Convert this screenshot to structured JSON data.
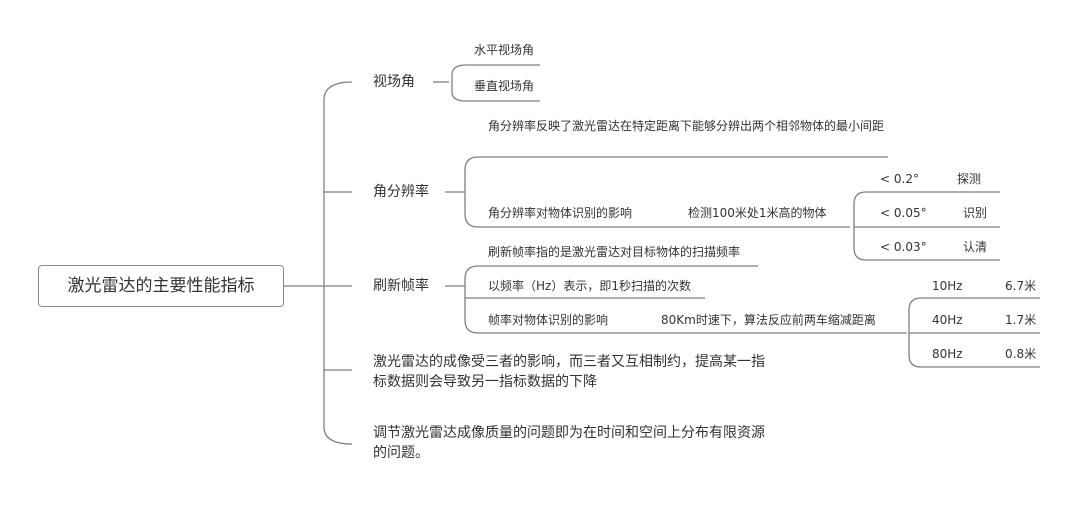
{
  "root": "激光雷达的主要性能指标",
  "fov": {
    "label": "视场角",
    "children": [
      "水平视场角",
      "垂直视场角"
    ]
  },
  "angular": {
    "label": "角分辨率",
    "definition": "角分辨率反映了激光雷达在特定距离下能够分辨出两个相邻物体的最小间距",
    "impact": "角分辨率对物体识别的影响",
    "condition": "检测100米处1米高的物体",
    "levels": [
      {
        "value": "< 0.2°",
        "result": "探测"
      },
      {
        "value": "< 0.05°",
        "result": "识别"
      },
      {
        "value": "< 0.03°",
        "result": "认清"
      }
    ]
  },
  "refresh": {
    "label": "刷新帧率",
    "definition": "刷新帧率指的是激光雷达对目标物体的扫描频率",
    "expression": "以频率（Hz）表示，即1秒扫描的次数",
    "impact": "帧率对物体识别的影响",
    "condition": "80Km时速下，算法反应前两车缩减距离",
    "levels": [
      {
        "freq": "10Hz",
        "dist": "6.7米"
      },
      {
        "freq": "40Hz",
        "dist": "1.7米"
      },
      {
        "freq": "80Hz",
        "dist": "0.8米"
      }
    ]
  },
  "note1": "激光雷达的成像受三者的影响，而三者又互相制约，提高某一指标数据则会导致另一指标数据的下降",
  "note2": "调节激光雷达成像质量的问题即为在时间和空间上分布有限资源的问题。"
}
